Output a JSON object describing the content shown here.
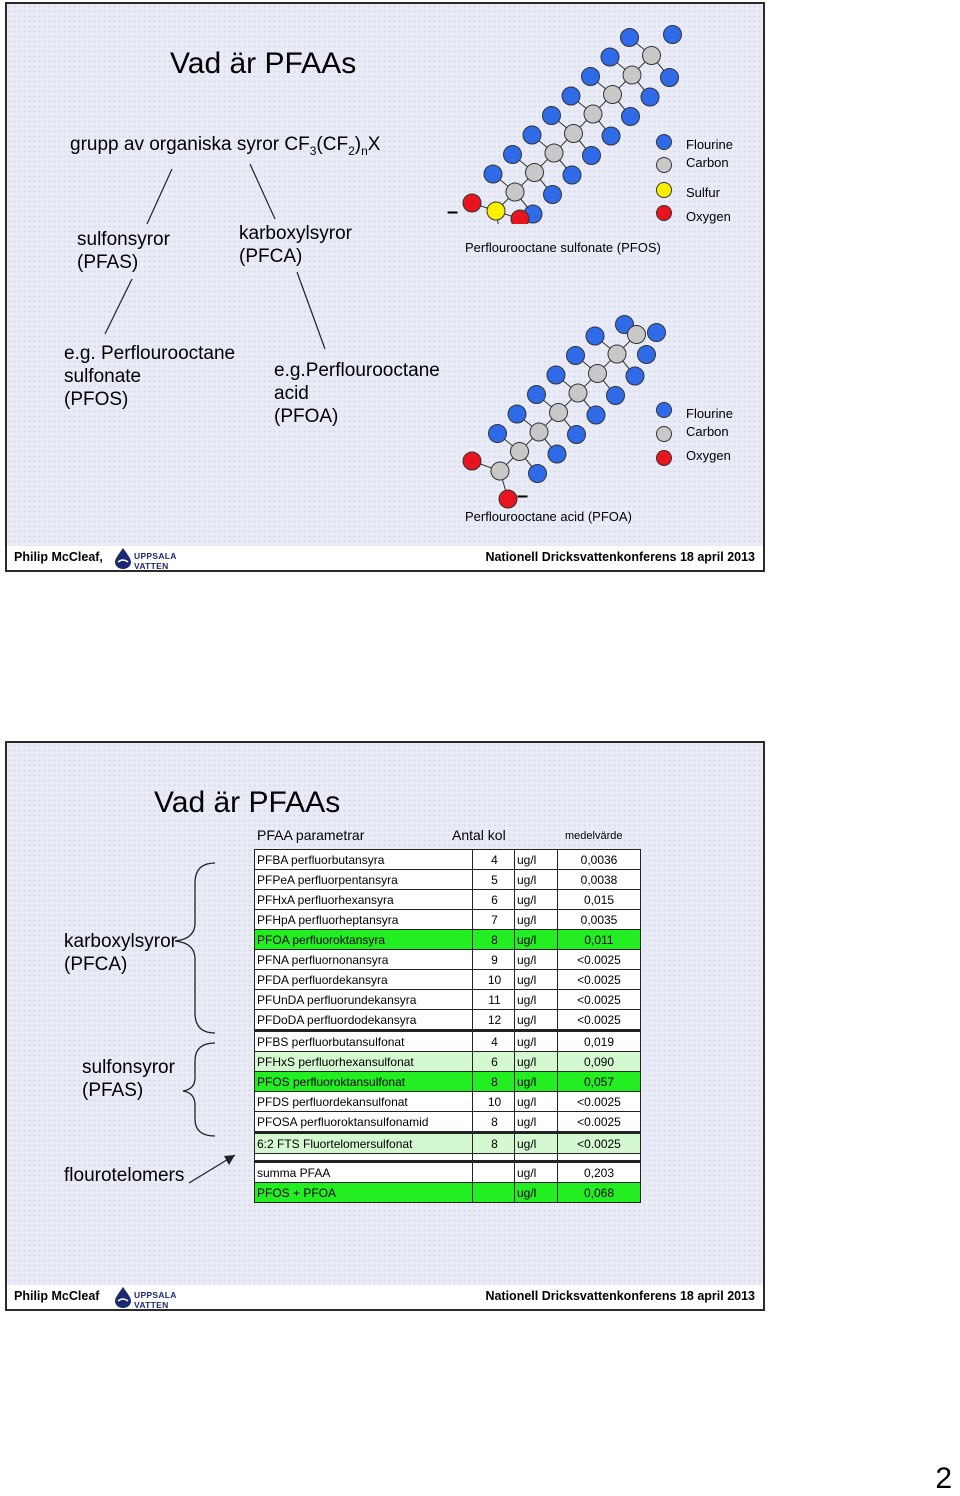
{
  "slide1": {
    "title": "Vad är PFAAs",
    "formula": {
      "pre": "grupp av organiska syror CF",
      "sub1": "3",
      "mid": "(CF",
      "sub2": "2",
      "mid2": ")",
      "sub3": "n",
      "post": "X"
    },
    "sulfonsyror": [
      "sulfonsyror",
      "(PFAS)"
    ],
    "karboxylsyror": [
      "karboxylsyror",
      "(PFCA)"
    ],
    "eg_pfos": [
      "e.g. Perflourooctane",
      "sulfonate",
      "(PFOS)"
    ],
    "eg_pfoa": [
      "e.g.Perflourooctane",
      "acid",
      "(PFOA)"
    ],
    "pfos_caption": "Perflourooctane sulfonate (PFOS)",
    "pfoa_caption": "Perflourooctane acid (PFOA)",
    "charge_symbol": "–",
    "legend_pfos": [
      {
        "label": "Flourine",
        "color": "#2f6ae8"
      },
      {
        "label": "Carbon",
        "color": "#c8c8c8"
      },
      {
        "label": "Sulfur",
        "color": "#f8f000"
      },
      {
        "label": "Oxygen",
        "color": "#e8141e"
      }
    ],
    "legend_pfoa": [
      {
        "label": "Flourine",
        "color": "#2f6ae8"
      },
      {
        "label": "Carbon",
        "color": "#c8c8c8"
      },
      {
        "label": "Oxygen",
        "color": "#e8141e"
      }
    ],
    "footer_left": "Philip McCleaf,",
    "footer_right": "Nationell Dricksvattenkonferens 18 april 2013"
  },
  "logo_text": "UPPSALA VATTEN",
  "slide2": {
    "title": "Vad är PFAAs",
    "headers": {
      "param": "PFAA parametrar",
      "count": "Antal kol",
      "mean": "medelvärde"
    },
    "group_pfca": [
      "karboxylsyror",
      "(PFCA)"
    ],
    "group_pfas": [
      "sulfonsyror",
      "(PFAS)"
    ],
    "group_fluoro": "flourotelomers",
    "rows": [
      {
        "name": "PFBA perfluorbutansyra",
        "c": "4",
        "unit": "ug/l",
        "v": "0,0036",
        "hl": ""
      },
      {
        "name": "PFPeA perfluorpentansyra",
        "c": "5",
        "unit": "ug/l",
        "v": "0,0038",
        "hl": ""
      },
      {
        "name": "PFHxA perfluorhexansyra",
        "c": "6",
        "unit": "ug/l",
        "v": "0,015",
        "hl": ""
      },
      {
        "name": "PFHpA perfluorheptansyra",
        "c": "7",
        "unit": "ug/l",
        "v": "0,0035",
        "hl": ""
      },
      {
        "name": "PFOA perfluoroktansyra",
        "c": "8",
        "unit": "ug/l",
        "v": "0,011",
        "hl": "hl"
      },
      {
        "name": "PFNA perfluornonansyra",
        "c": "9",
        "unit": "ug/l",
        "v": "<0.0025",
        "hl": ""
      },
      {
        "name": "PFDA perfluordekansyra",
        "c": "10",
        "unit": "ug/l",
        "v": "<0.0025",
        "hl": ""
      },
      {
        "name": "PFUnDA perfluorundekansyra",
        "c": "11",
        "unit": "ug/l",
        "v": "<0.0025",
        "hl": ""
      },
      {
        "name": "PFDoDA perfluordodekansyra",
        "c": "12",
        "unit": "ug/l",
        "v": "<0.0025",
        "hl": ""
      },
      {
        "name": "PFBS perfluorbutansulfonat",
        "c": "4",
        "unit": "ug/l",
        "v": "0,019",
        "hl": ""
      },
      {
        "name": "PFHxS perfluorhexansulfonat",
        "c": "6",
        "unit": "ug/l",
        "v": "0,090",
        "hl": "lh"
      },
      {
        "name": "PFOS perfluoroktansulfonat",
        "c": "8",
        "unit": "ug/l",
        "v": "0,057",
        "hl": "hl"
      },
      {
        "name": "PFDS perfluordekansulfonat",
        "c": "10",
        "unit": "ug/l",
        "v": "<0.0025",
        "hl": ""
      },
      {
        "name": "PFOSA perfluoroktansulfonamid",
        "c": "8",
        "unit": "ug/l",
        "v": "<0.0025",
        "hl": ""
      },
      {
        "name": "6:2 FTS Fluortelomersulfonat",
        "c": "8",
        "unit": "ug/l",
        "v": "<0.0025",
        "hl": "lh"
      }
    ],
    "sum_rows": [
      {
        "name": "summa PFAA",
        "c": "",
        "unit": "ug/l",
        "v": "0,203",
        "hl": ""
      },
      {
        "name": "PFOS + PFOA",
        "c": "",
        "unit": "ug/l",
        "v": "0,068",
        "hl": "hl"
      }
    ],
    "footer_left": "Philip McCleaf",
    "footer_right": "Nationell Dricksvattenkonferens 18 april 2013"
  },
  "page_number": "2"
}
